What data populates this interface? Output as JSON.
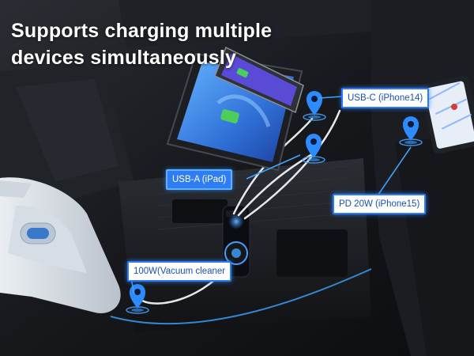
{
  "headline": {
    "line1": "Supports charging multiple",
    "line2": "devices simultaneously"
  },
  "labels": {
    "usb_c": "USB-C (iPhone14)",
    "usb_a": "USB-A (iPad)",
    "pd": "PD 20W (iPhone15)",
    "vacuum": "100W(Vacuum cleaner"
  },
  "icons": [
    "location-pin-icon",
    "car-charger-icon",
    "tablet-icon",
    "phone-icon",
    "vacuum-cleaner-icon"
  ],
  "colors": {
    "accent_blue": "#2c78ff",
    "glow_blue": "#3fa2ff",
    "label_text_blue": "#1a4fc2",
    "headline": "#ffffff"
  }
}
